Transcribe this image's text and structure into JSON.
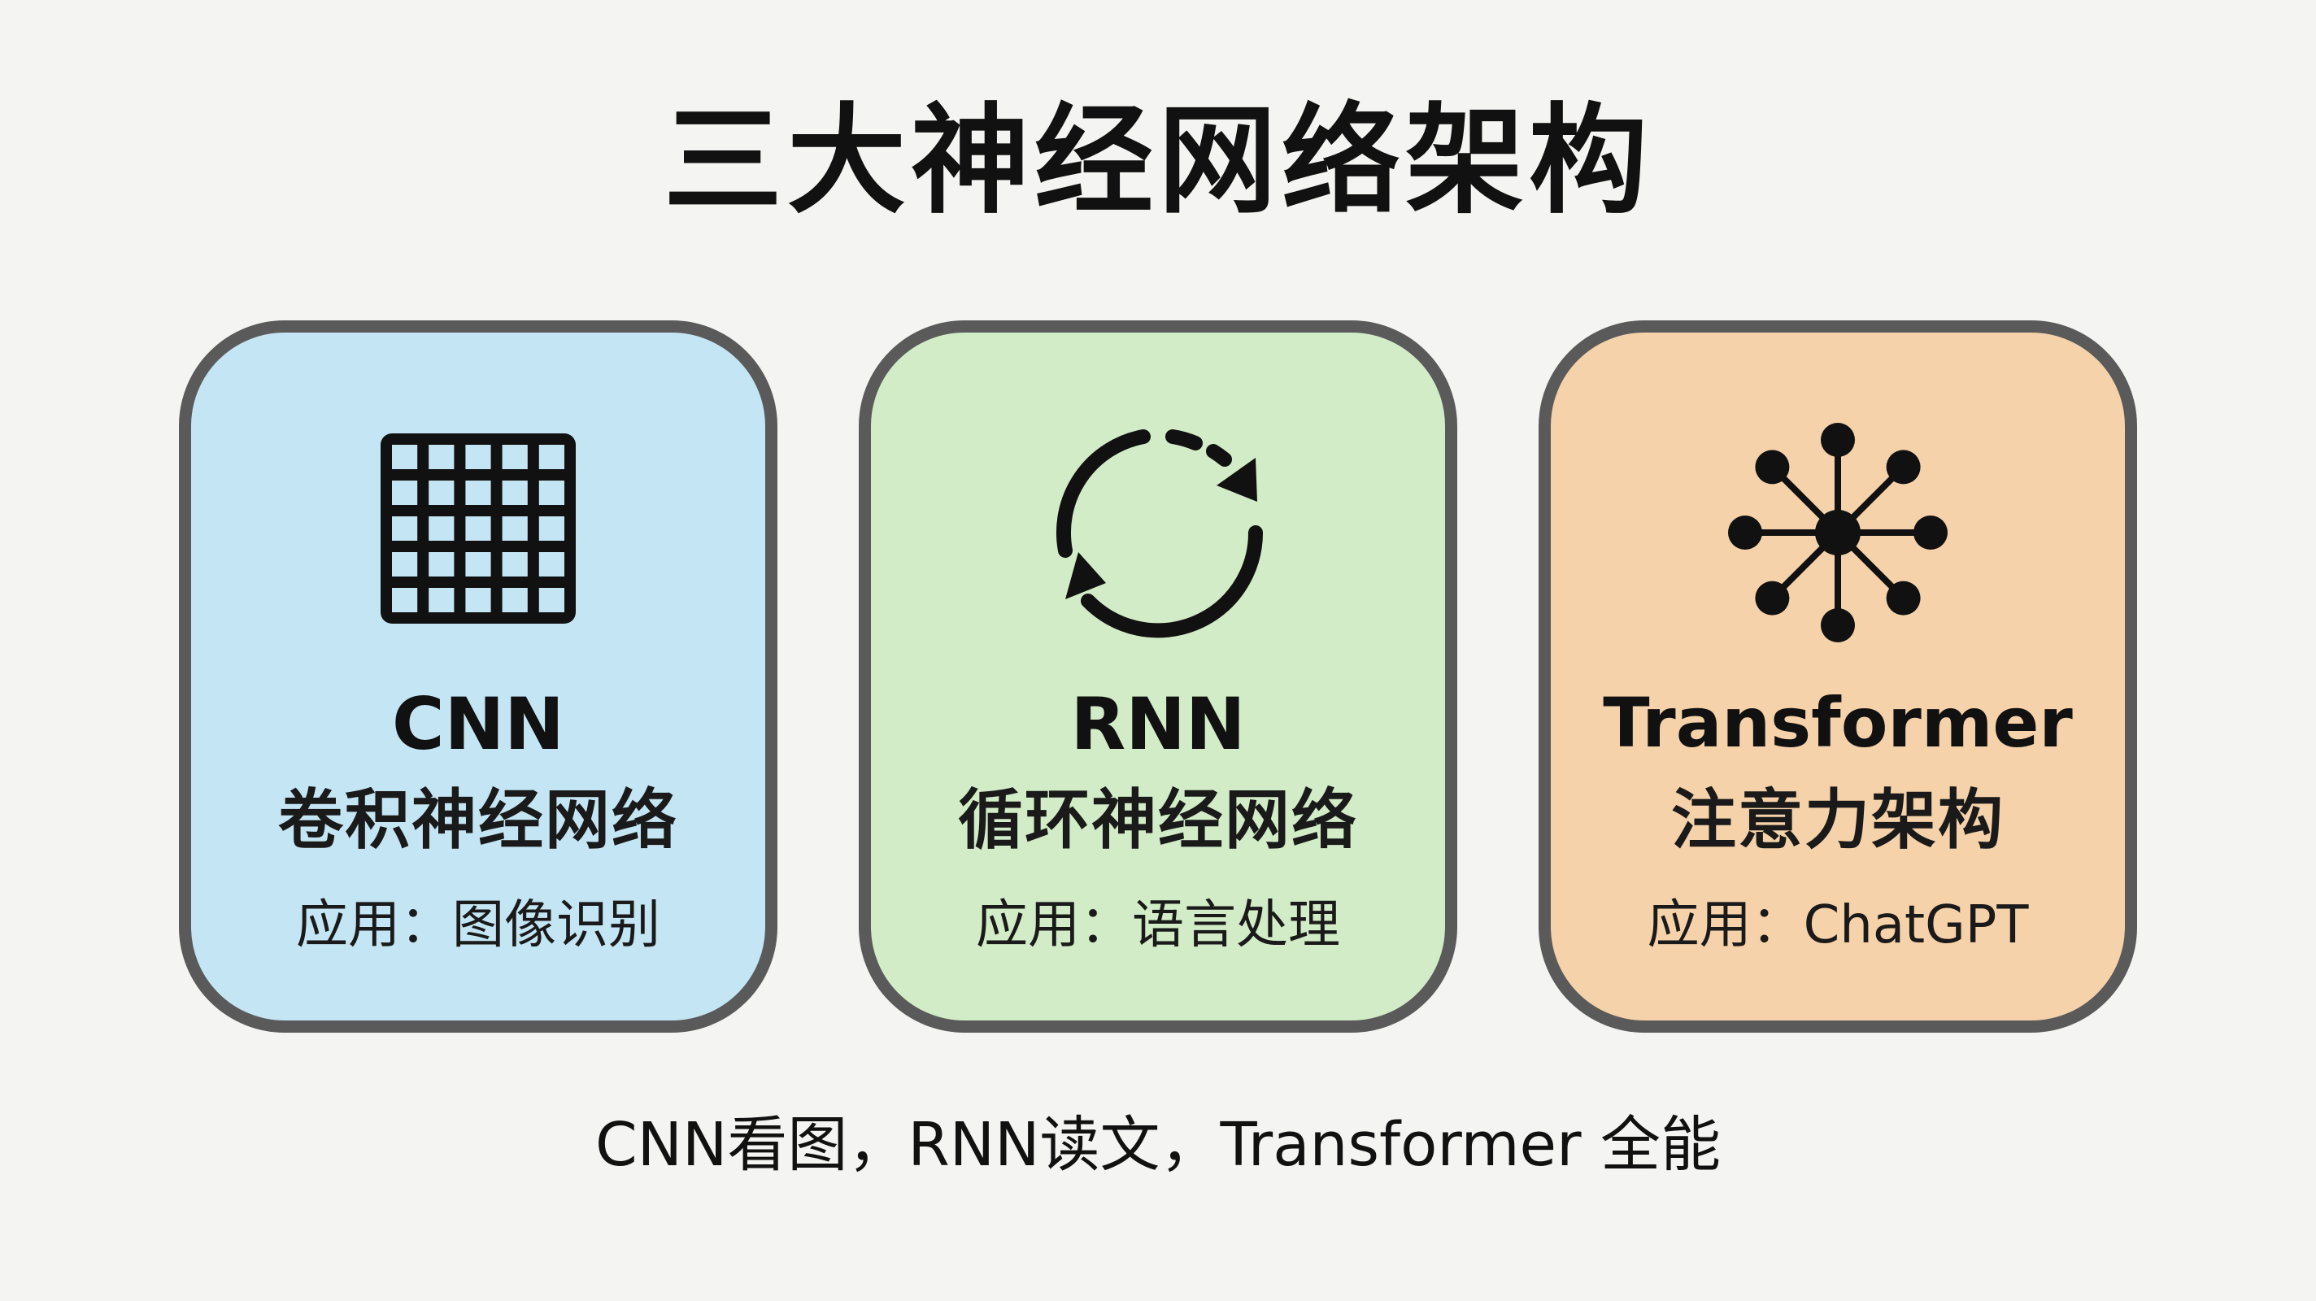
{
  "title": "三大神经网络架构",
  "colors": {
    "background": "#f4f4f2",
    "card_border": "#5a5a5a",
    "cnn_fill": "#c4e5f3",
    "rnn_fill": "#d2ecc7",
    "transformer_fill": "#f5d2a9",
    "icon": "#111111"
  },
  "cards": [
    {
      "name": "CNN",
      "chinese_name": "卷积神经网络",
      "application": "应用：图像识别",
      "icon": "grid-icon",
      "color": "#c4e5f3"
    },
    {
      "name": "RNN",
      "chinese_name": "循环神经网络",
      "application": "应用：语言处理",
      "icon": "cycle-arrows-icon",
      "color": "#d2ecc7"
    },
    {
      "name": "Transformer",
      "chinese_name": "注意力架构",
      "application": "应用：ChatGPT",
      "icon": "network-hub-icon",
      "color": "#f5d2a9"
    }
  ],
  "footer": "CNN看图，RNN读文，Transformer 全能"
}
